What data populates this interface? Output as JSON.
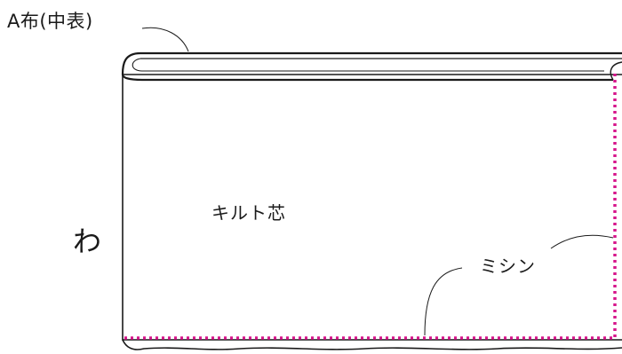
{
  "labels": {
    "fabric_a": "A布(中表)",
    "quilt_core": "キルト芯",
    "fold": "わ",
    "sewing": "ミシン"
  },
  "colors": {
    "outline": "#1a1a1a",
    "stitch": "#d6168b",
    "background": "#ffffff"
  }
}
